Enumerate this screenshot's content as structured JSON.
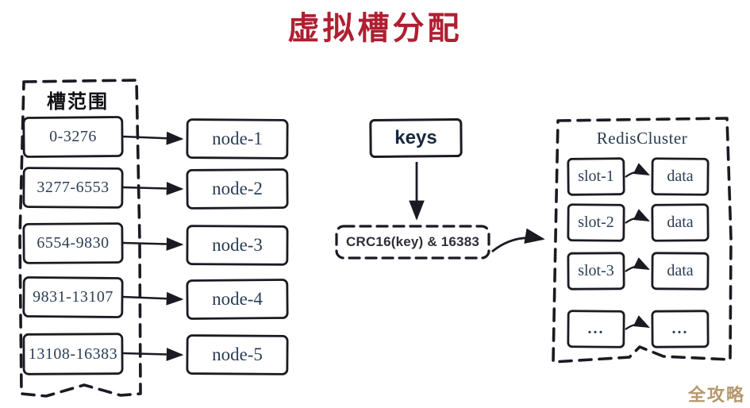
{
  "title": "虚拟槽分配",
  "watermark": "全攻略",
  "slot_ranges": {
    "label": "槽范围",
    "items": [
      "0-3276",
      "3277-6553",
      "6554-9830",
      "9831-13107",
      "13108-16383"
    ]
  },
  "nodes": [
    "node-1",
    "node-2",
    "node-3",
    "node-4",
    "node-5"
  ],
  "keys_label": "keys",
  "hash_formula": "CRC16(key) & 16383",
  "cluster": {
    "title": "RedisCluster",
    "slots": [
      "slot-1",
      "slot-2",
      "slot-3",
      "..."
    ],
    "data": [
      "data",
      "data",
      "data",
      "..."
    ]
  },
  "colors": {
    "title_red": "#b01f31",
    "stroke": "#1a1a22",
    "diagram_text": "#2b3e55",
    "watermark_gold": "#b5976d"
  }
}
